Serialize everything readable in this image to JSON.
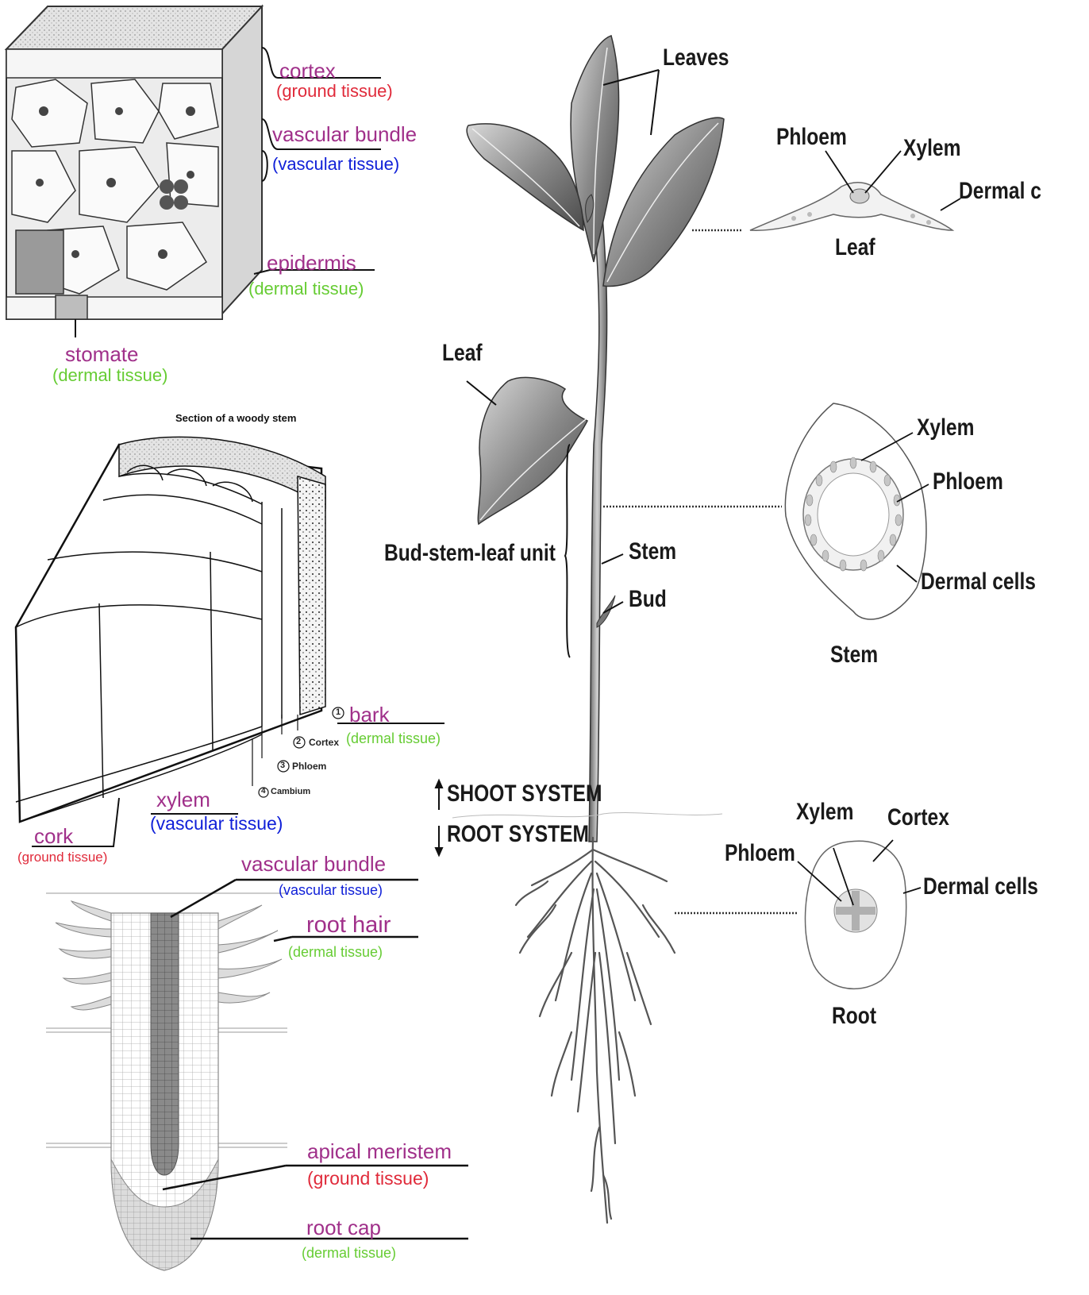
{
  "colored_labels": {
    "cortex": "cortex",
    "cortex_tissue": "(ground tissue)",
    "vascular_bundle_top": "vascular bundle",
    "vascular_bundle_top_tissue": "(vascular tissue)",
    "epidermis": "epidermis",
    "epidermis_tissue": "(dermal tissue)",
    "stomate": "stomate",
    "stomate_tissue": "(dermal tissue)",
    "bark": "bark",
    "bark_tissue": "(dermal tissue)",
    "xylem": "xylem",
    "xylem_tissue": "(vascular tissue)",
    "cork": "cork",
    "cork_tissue": "(ground tissue)",
    "vascular_bundle_root": "vascular bundle",
    "vascular_bundle_root_tissue": "(vascular tissue)",
    "root_hair": "root hair",
    "root_hair_tissue": "(dermal tissue)",
    "apical_meristem": "apical meristem",
    "apical_meristem_tissue": "(ground tissue)",
    "root_cap": "root cap",
    "root_cap_tissue": "(dermal tissue)"
  },
  "woody_stem": {
    "title": "Section of a woody stem",
    "n1": "1",
    "n2": "2",
    "n3": "3",
    "n4": "4",
    "cortex": "Cortex",
    "phloem": "Phloem",
    "cambium": "Cambium"
  },
  "plant_labels": {
    "leaves": "Leaves",
    "leaf": "Leaf",
    "bud_stem_leaf_unit": "Bud-stem-leaf unit",
    "stem": "Stem",
    "bud": "Bud",
    "shoot_system": "SHOOT SYSTEM",
    "root_system": "ROOT SYSTEM"
  },
  "leaf_section": {
    "phloem": "Phloem",
    "xylem": "Xylem",
    "dermal": "Dermal c",
    "title": "Leaf"
  },
  "stem_section": {
    "xylem": "Xylem",
    "phloem": "Phloem",
    "dermal": "Dermal cells",
    "title": "Stem"
  },
  "root_section": {
    "xylem": "Xylem",
    "cortex": "Cortex",
    "phloem": "Phloem",
    "dermal": "Dermal cells",
    "title": "Root"
  },
  "colors": {
    "purple": "#a0308a",
    "red": "#e02a3a",
    "blue": "#1020d8",
    "green": "#66cc33"
  }
}
